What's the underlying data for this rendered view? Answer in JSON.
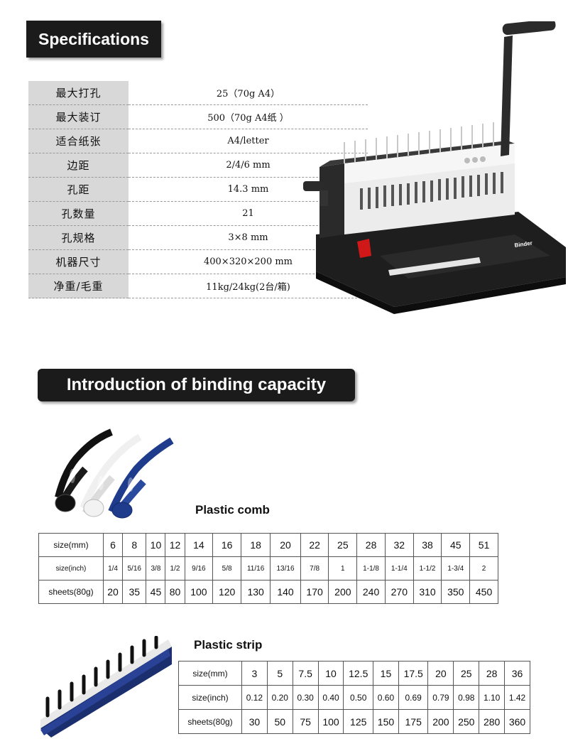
{
  "specifications": {
    "banner": "Specifications",
    "rows": [
      {
        "label": "最大打孔",
        "value": "25（70g A4）"
      },
      {
        "label": "最大装订",
        "value": "500（70g A4纸 ）"
      },
      {
        "label": "适合纸张",
        "value": "A4/letter"
      },
      {
        "label": "边距",
        "value": "2/4/6 mm"
      },
      {
        "label": "孔距",
        "value": "14.3 mm"
      },
      {
        "label": "孔数量",
        "value": "21"
      },
      {
        "label": "孔规格",
        "value": "3×8 mm"
      },
      {
        "label": "机器尺寸",
        "value": "400×320×200 mm"
      },
      {
        "label": "净重/毛重",
        "value": "11kg/24kg(2台/箱)"
      }
    ],
    "machine_brand": "Binder"
  },
  "binding": {
    "banner": "Introduction of binding capacity",
    "comb": {
      "title": "Plastic comb",
      "headers": {
        "mm": "size(mm)",
        "inch": "size(inch)",
        "sheets": "sheets(80g)"
      },
      "mm": [
        "6",
        "8",
        "10",
        "12",
        "14",
        "16",
        "18",
        "20",
        "22",
        "25",
        "28",
        "32",
        "38",
        "45",
        "51"
      ],
      "inch": [
        "1/4",
        "5/16",
        "3/8",
        "1/2",
        "9/16",
        "5/8",
        "11/16",
        "13/16",
        "7/8",
        "1",
        "1-1/8",
        "1-1/4",
        "1-1/2",
        "1-3/4",
        "2"
      ],
      "sheets": [
        "20",
        "35",
        "45",
        "80",
        "100",
        "120",
        "130",
        "140",
        "170",
        "200",
        "240",
        "270",
        "310",
        "350",
        "450"
      ]
    },
    "strip": {
      "title": "Plastic strip",
      "headers": {
        "mm": "size(mm)",
        "inch": "size(inch)",
        "sheets": "sheets(80g)"
      },
      "mm": [
        "3",
        "5",
        "7.5",
        "10",
        "12.5",
        "15",
        "17.5",
        "20",
        "25",
        "28",
        "36"
      ],
      "inch": [
        "0.12",
        "0.20",
        "0.30",
        "0.40",
        "0.50",
        "0.60",
        "0.69",
        "0.79",
        "0.98",
        "1.10",
        "1.42"
      ],
      "sheets": [
        "30",
        "50",
        "75",
        "100",
        "125",
        "150",
        "175",
        "200",
        "250",
        "280",
        "360"
      ]
    }
  }
}
